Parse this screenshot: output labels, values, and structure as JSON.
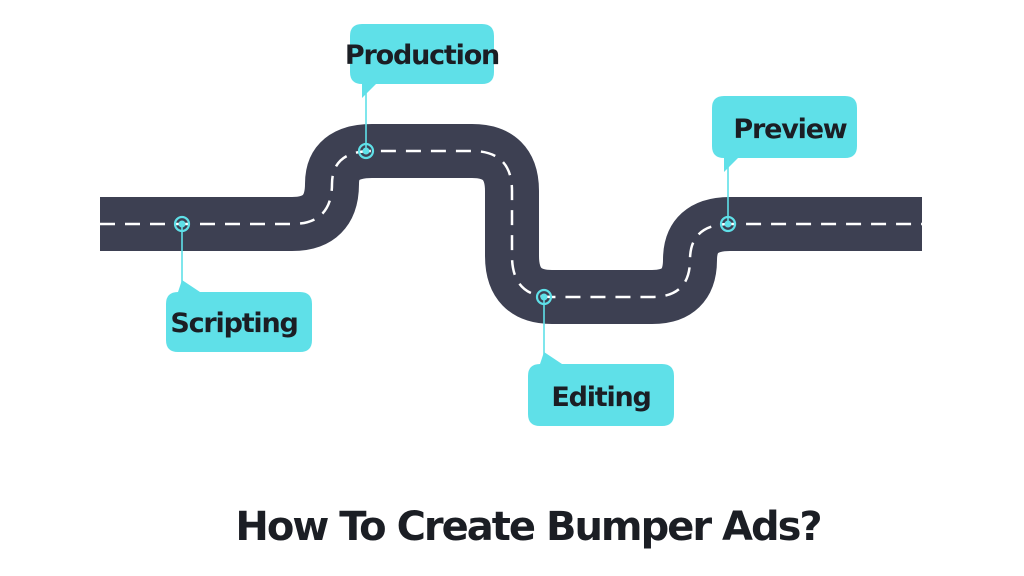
{
  "diagram": {
    "title": "How To Create Bumper Ads?",
    "steps": [
      {
        "label": "Scripting"
      },
      {
        "label": "Production"
      },
      {
        "label": "Editing"
      },
      {
        "label": "Preview"
      }
    ]
  },
  "colors": {
    "road": "#3d4052",
    "lane_marking": "#ffffff",
    "accent": "#5fe0e8",
    "text": "#1b1e24",
    "background": "#ffffff"
  },
  "icons": {
    "milestone_marker": "milestone-pin-icon"
  }
}
